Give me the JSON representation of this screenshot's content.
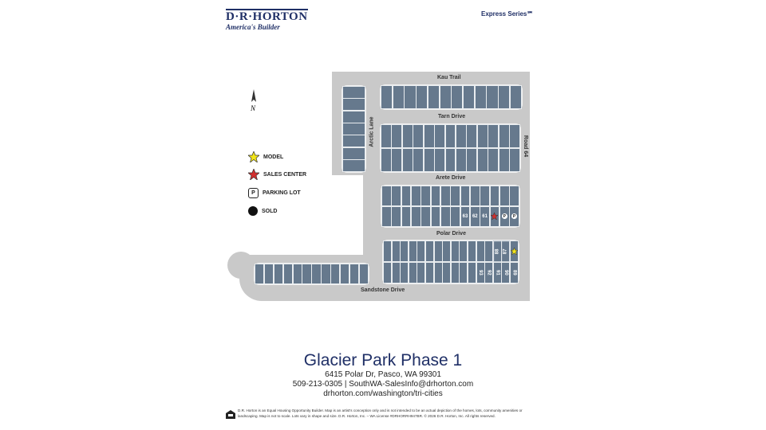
{
  "header": {
    "brand": "D·R·HORTON",
    "tagline": "America's Builder",
    "series": "Express Series℠"
  },
  "map": {
    "roads": {
      "kau": "Kau Trail",
      "tarn": "Tarn Drive",
      "arctic": "Arctic Lane",
      "road64": "Road 64",
      "arete": "Arete Drive",
      "polar": "Polar Drive",
      "sandstone": "Sandstone Drive"
    },
    "north": "N",
    "arete_lot_labels": [
      "63",
      "62",
      "61"
    ],
    "polar_top_labels": [
      "88",
      "87"
    ],
    "polar_bottom_labels": [
      "93",
      "92",
      "91",
      "90",
      "89"
    ],
    "colors": {
      "lot": "#66798d",
      "road": "#c9c9c9",
      "model": "#f2e51a",
      "sales": "#d32f2f"
    }
  },
  "legend": {
    "model": "MODEL",
    "sales": "SALES CENTER",
    "parking": "PARKING LOT",
    "parking_symbol": "P",
    "sold": "SOLD"
  },
  "footer": {
    "title": "Glacier Park Phase 1",
    "address": "6415 Polar Dr, Pasco, WA 99301",
    "contact": "509-213-0305 | SouthWA-SalesInfo@drhorton.com",
    "url": "drhorton.com/washington/tri-cities",
    "disclaimer": "D.R. Horton is an Equal Housing Opportunity Builder. Map is an artist's conception only and is not intended to be an actual depiction of the homes, lots, community amenities or landscaping. Map is not to scale. Lots vary in shape and size. D.R. Horton, Inc. – WA License #DRHORRH947BR. © 2026 D.R. Horton, Inc. All rights reserved."
  }
}
